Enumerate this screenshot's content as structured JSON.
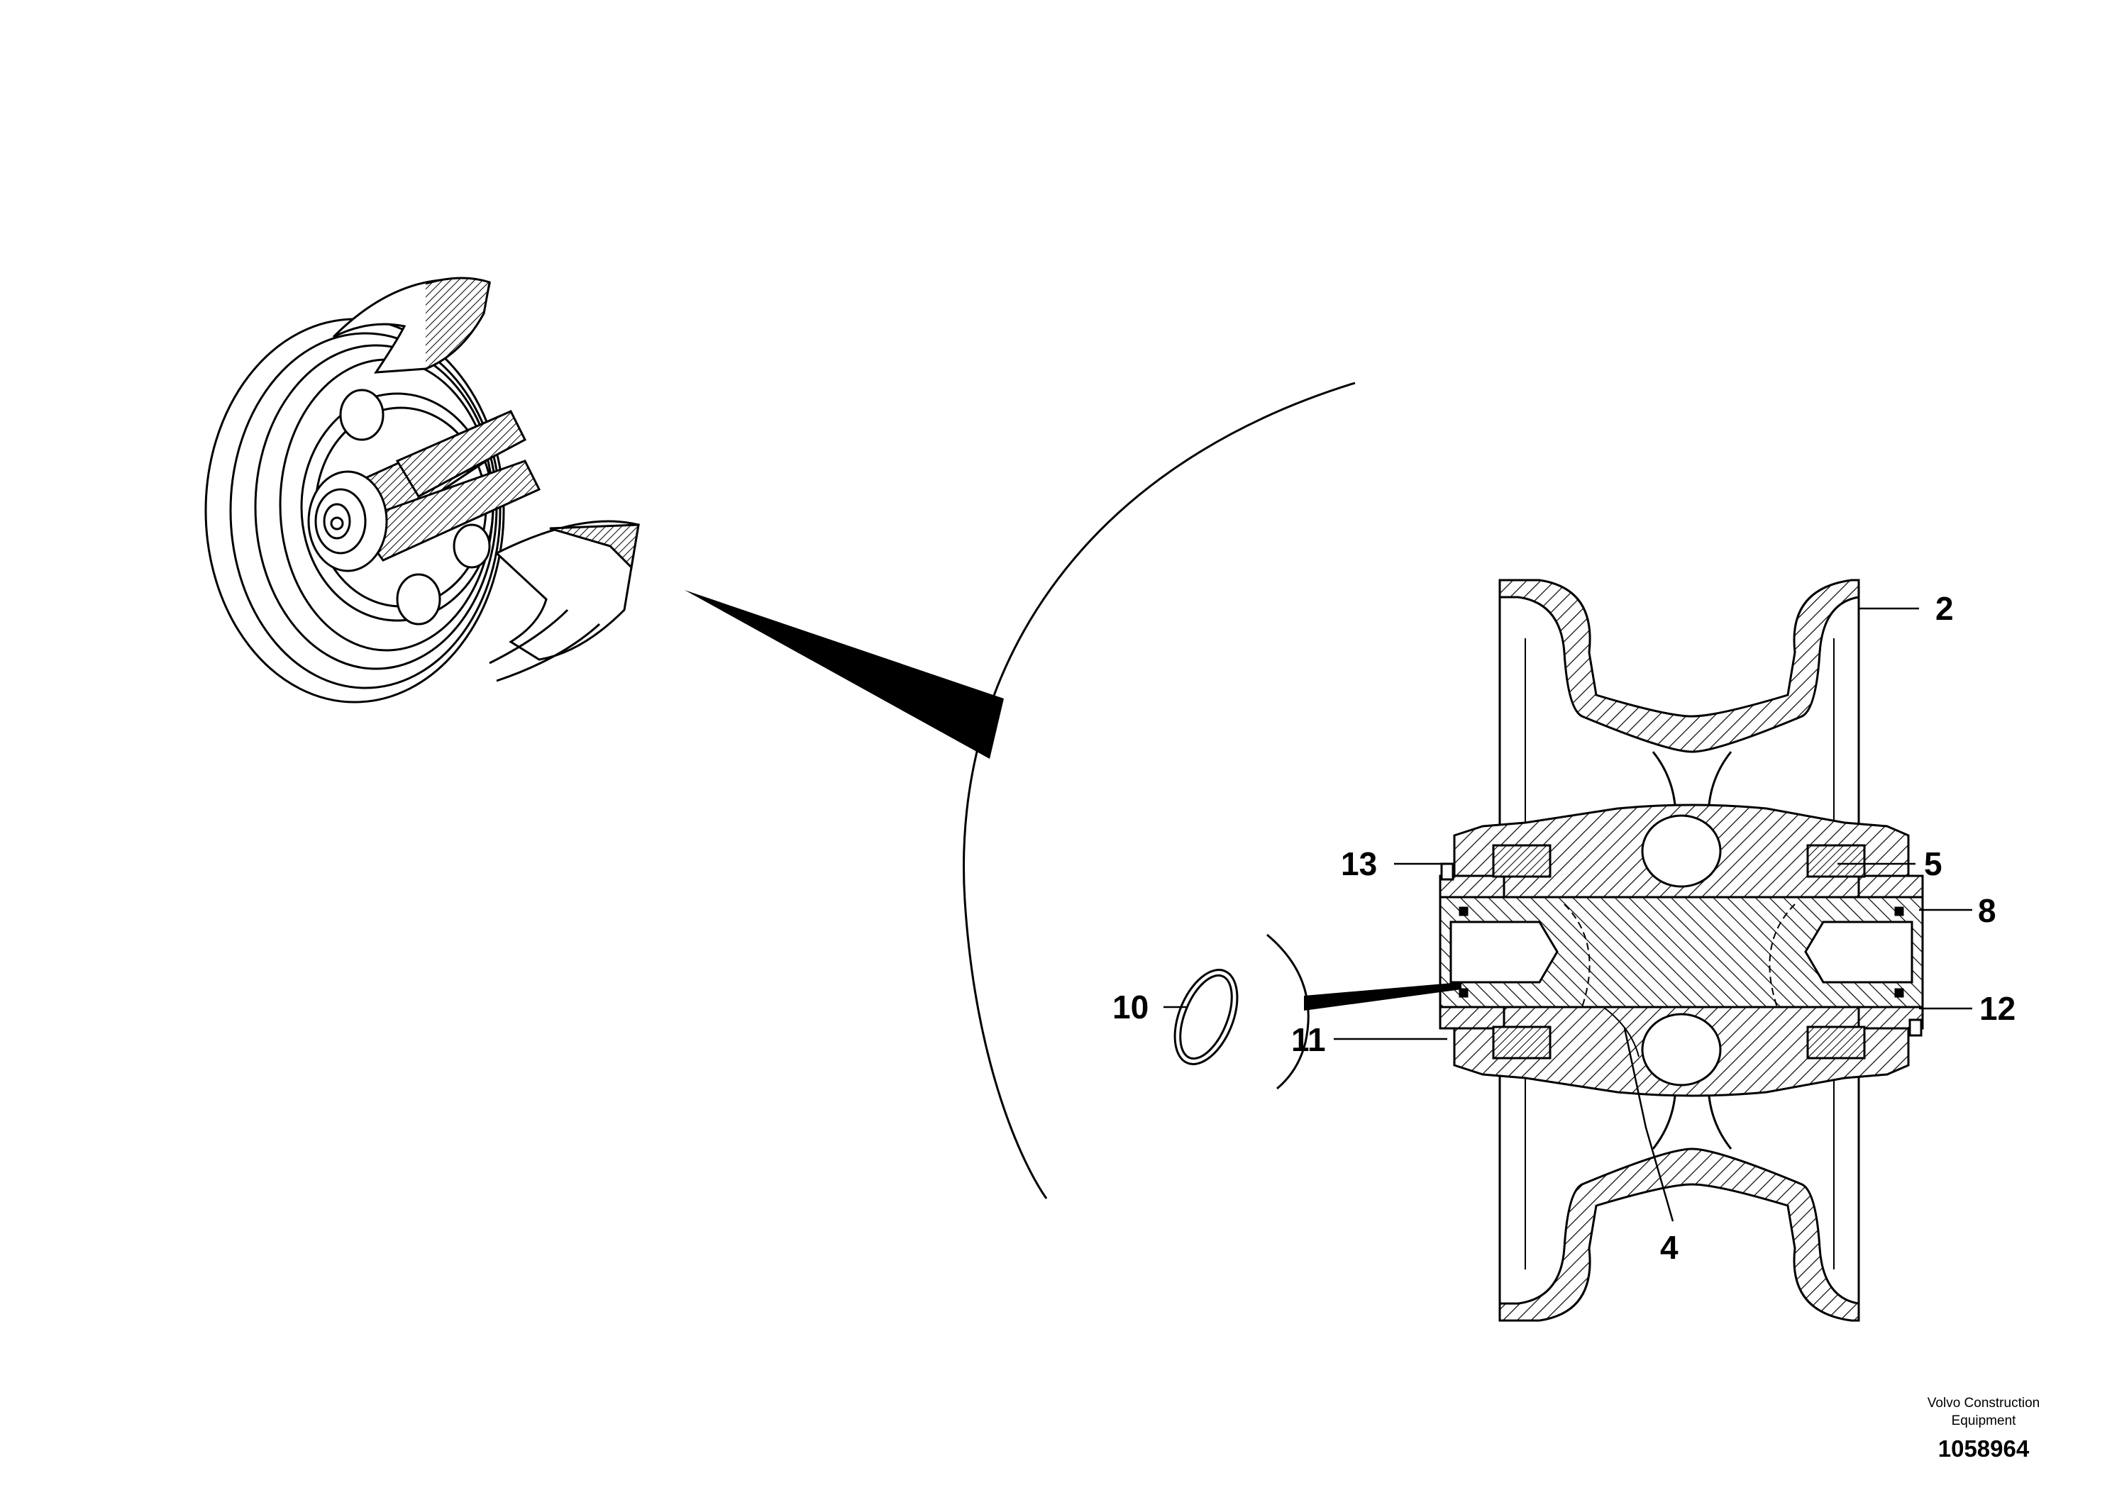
{
  "diagram": {
    "callouts": {
      "c2": "2",
      "c5": "5",
      "c8": "8",
      "c12": "12",
      "c13": "13",
      "c10": "10",
      "c11": "11",
      "c4": "4"
    },
    "footer": {
      "brand_line1": "Volvo Construction",
      "brand_line2": "Equipment",
      "doc_number": "1058964"
    }
  }
}
